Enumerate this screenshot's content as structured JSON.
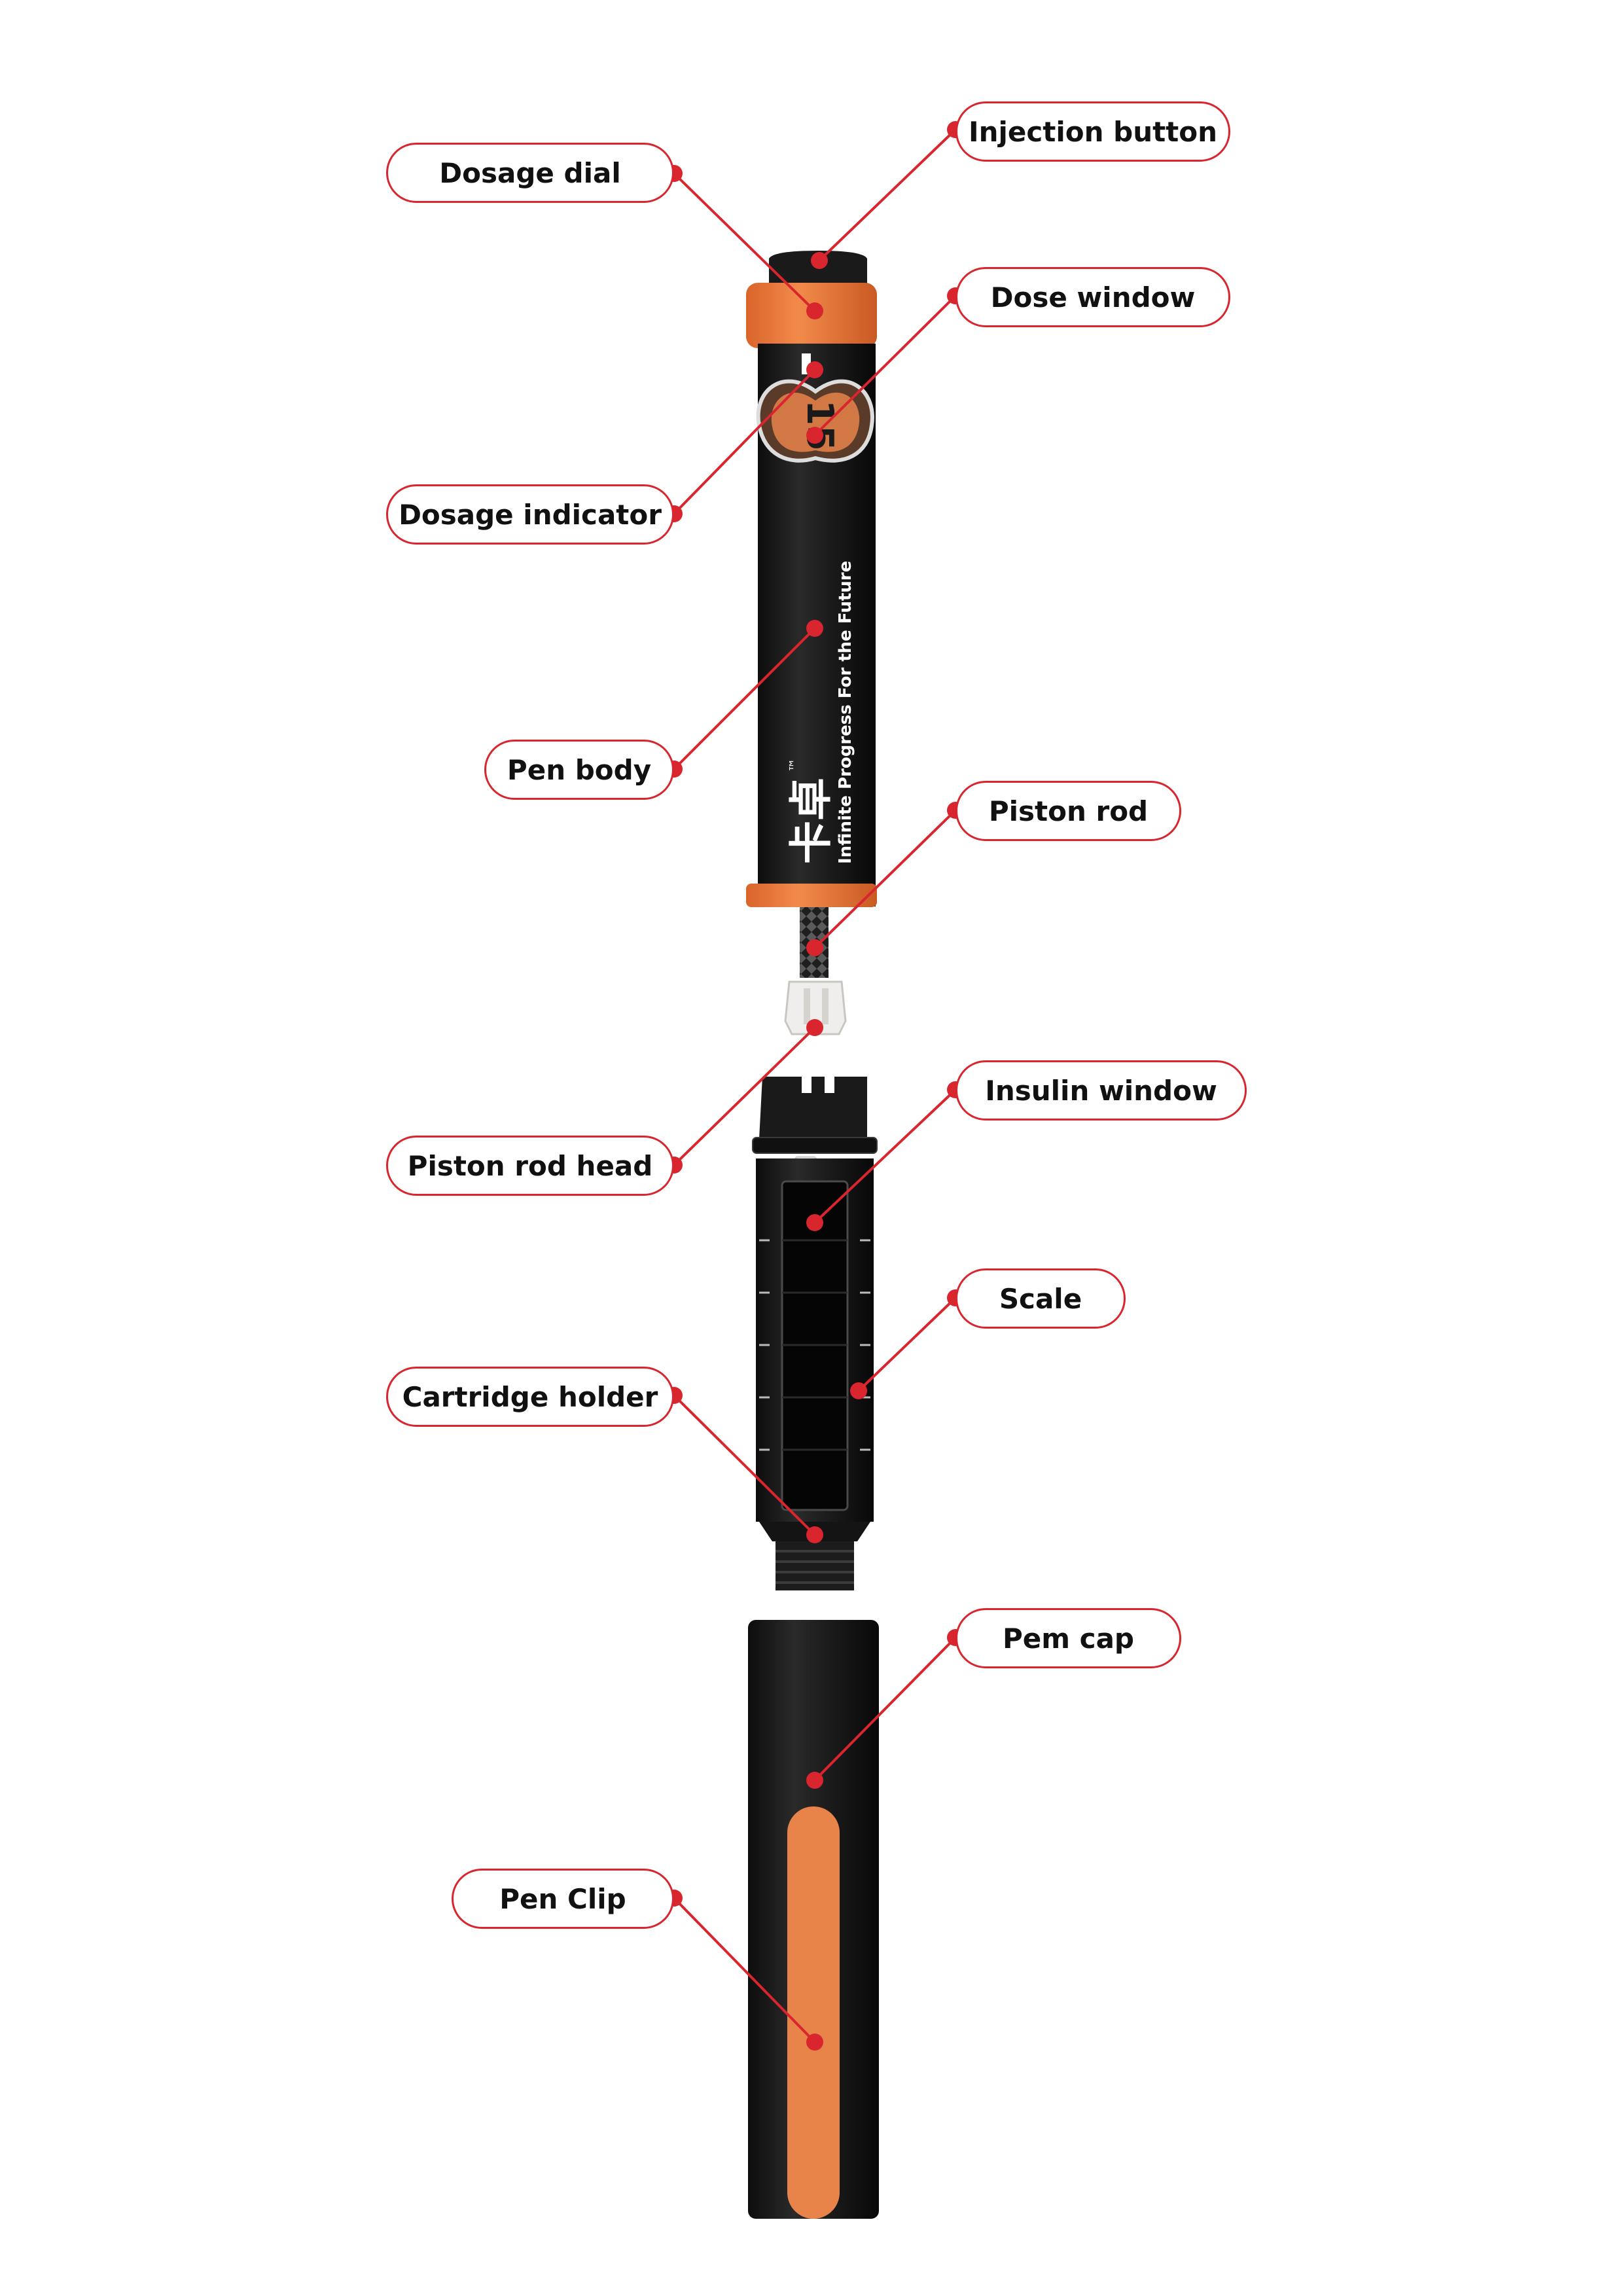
{
  "colors": {
    "accent_red": "#d9252e",
    "pen_black": "#1a1a1a",
    "pen_orange": "#ee7a3a",
    "clip_orange": "#e8844a"
  },
  "brand": {
    "logo_text": "卡卓",
    "trademark": "™",
    "slogan": "Infinite Progress For the Future"
  },
  "dose_window_digits": "15",
  "labels": [
    {
      "id": "injection-button",
      "text": "Injection button"
    },
    {
      "id": "dosage-dial",
      "text": "Dosage dial"
    },
    {
      "id": "dose-window",
      "text": "Dose window"
    },
    {
      "id": "dosage-indicator",
      "text": "Dosage indicator"
    },
    {
      "id": "pen-body",
      "text": "Pen body"
    },
    {
      "id": "piston-rod",
      "text": "Piston rod"
    },
    {
      "id": "insulin-window",
      "text": "Insulin window"
    },
    {
      "id": "piston-rod-head",
      "text": "Piston rod head"
    },
    {
      "id": "scale",
      "text": "Scale"
    },
    {
      "id": "cartridge-holder",
      "text": "Cartridge holder"
    },
    {
      "id": "pem-cap",
      "text": "Pem cap"
    },
    {
      "id": "pen-clip",
      "text": "Pen Clip"
    }
  ]
}
